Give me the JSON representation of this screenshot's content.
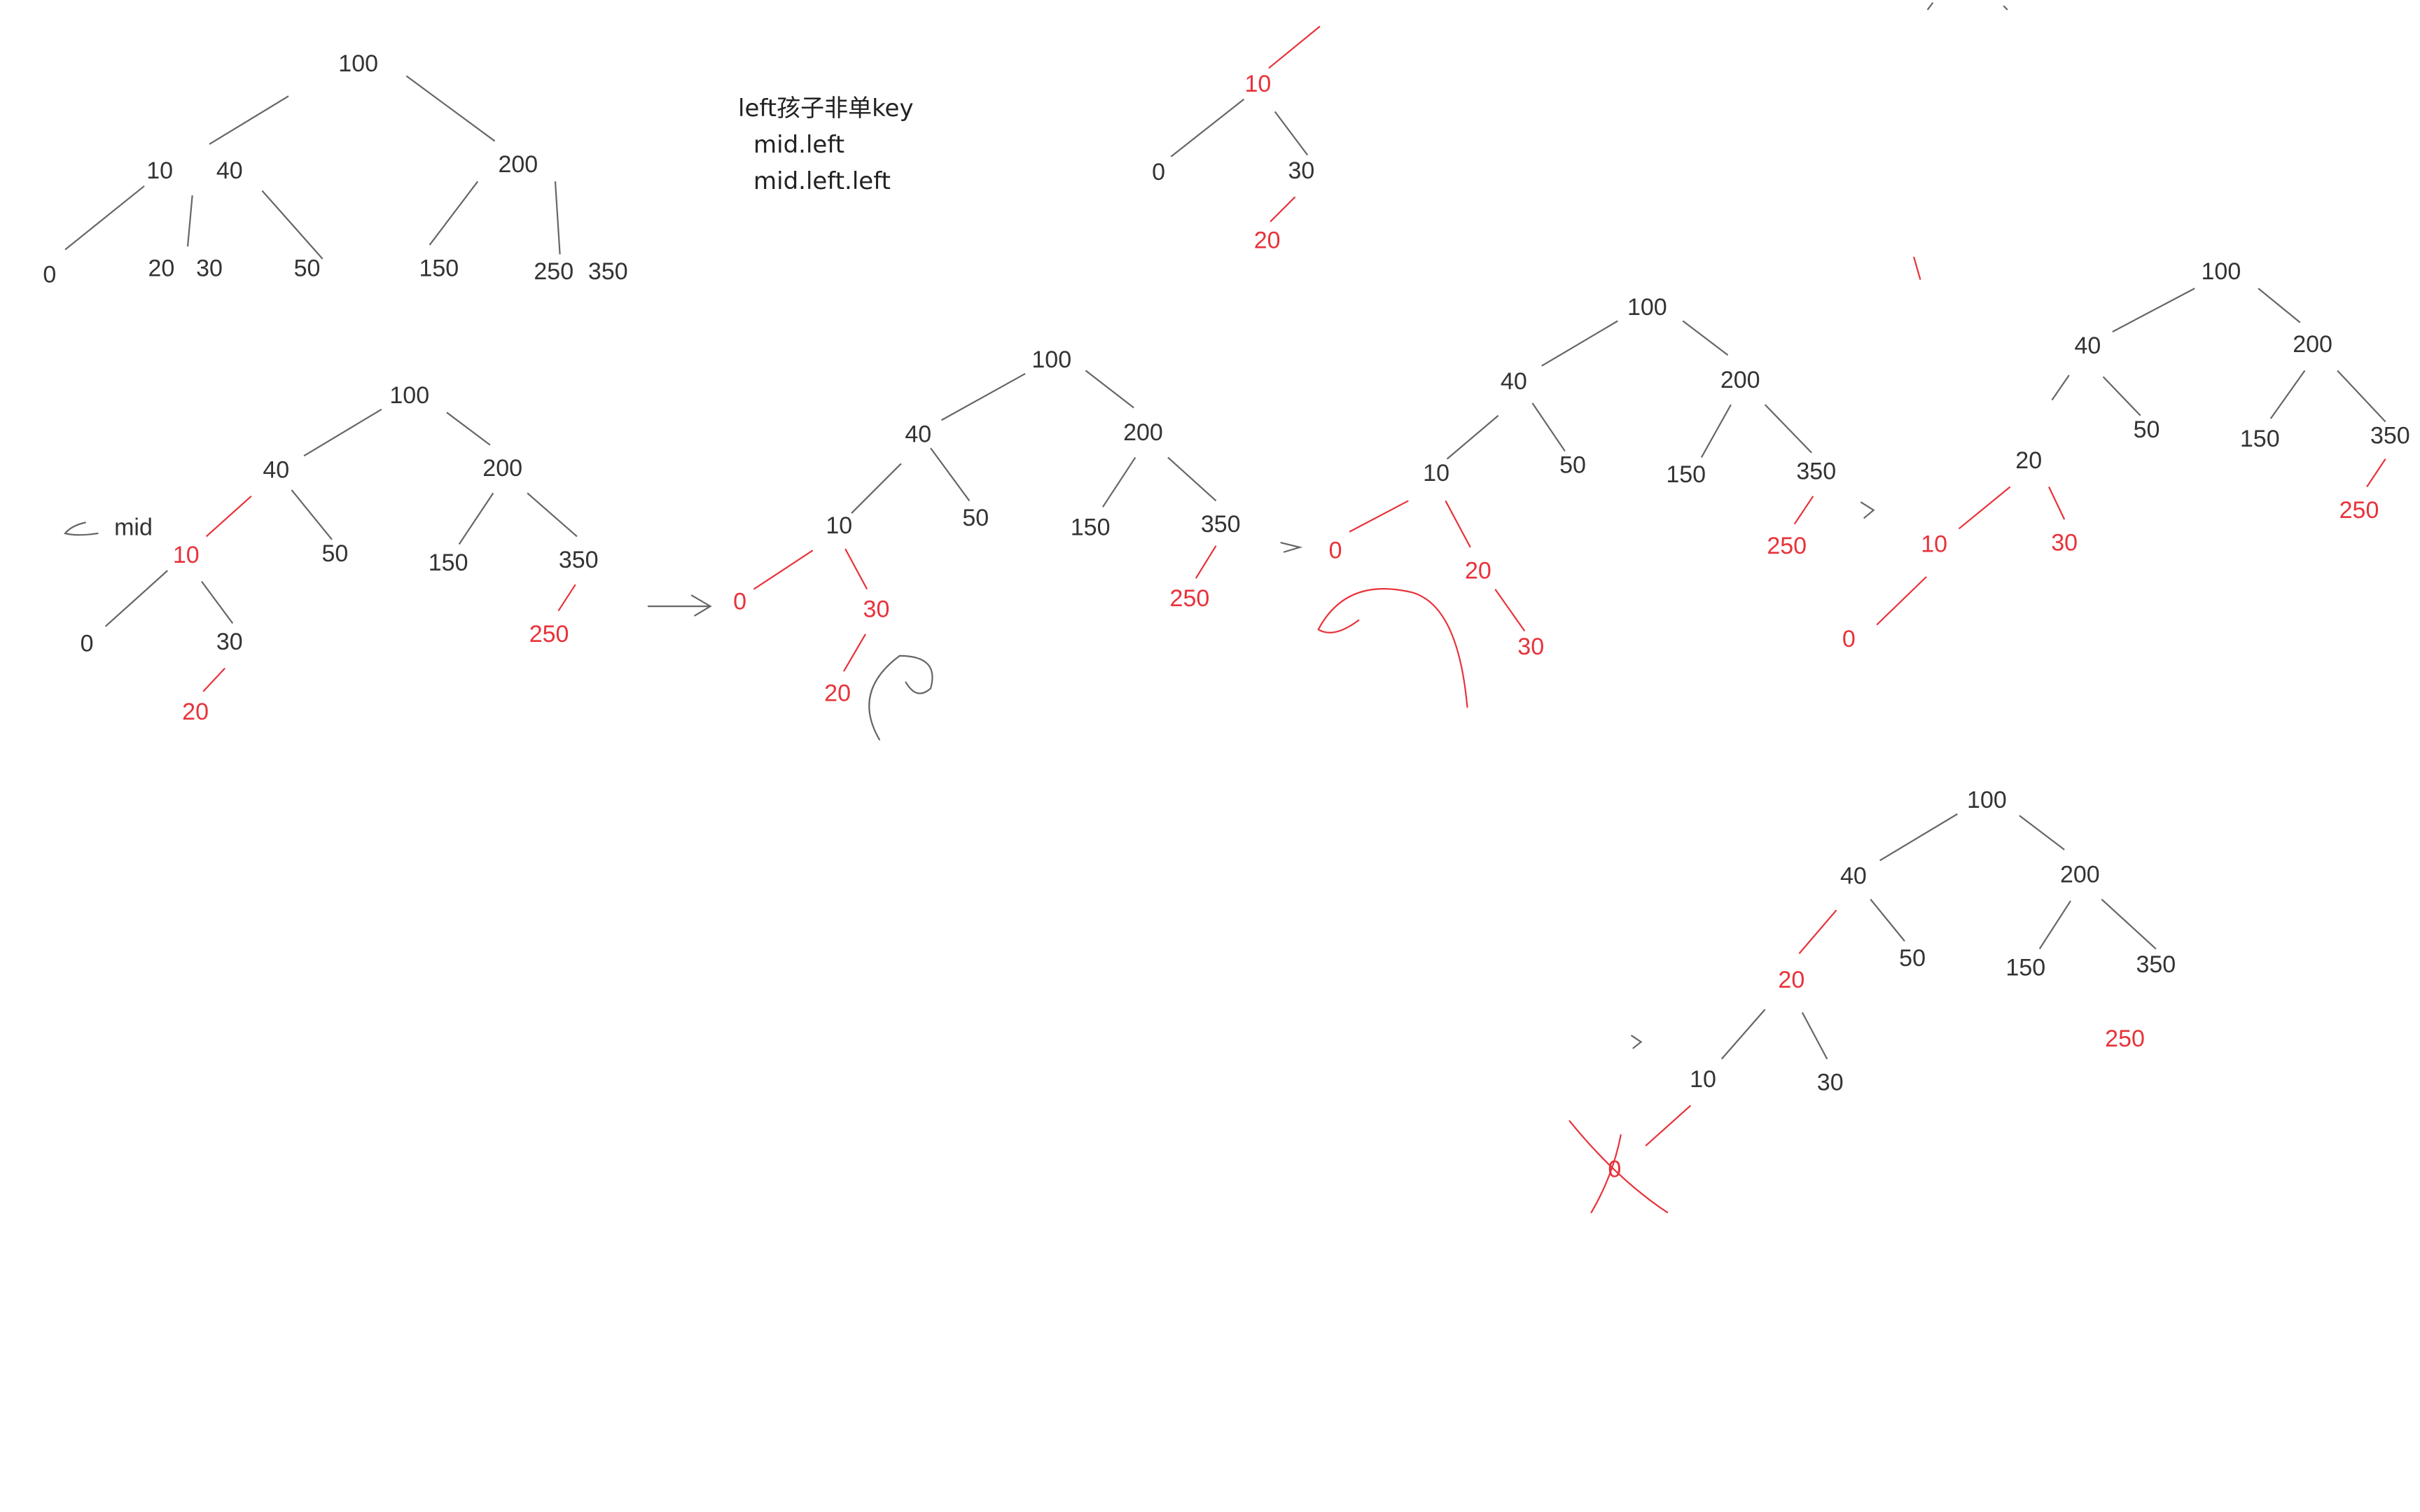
{
  "colors": {
    "black": "#333333",
    "red": "#e8323a",
    "line": "#666666",
    "line_red": "#e8323a"
  },
  "note": {
    "title": "left孩子非单key",
    "line1": "mid.left",
    "line2": "mid.left.left"
  },
  "side_label": "mid",
  "trees": [
    {
      "id": "tree-original",
      "nodes": [
        {
          "label": "100",
          "c": "black"
        },
        {
          "label": "10",
          "c": "black"
        },
        {
          "label": "40",
          "c": "black"
        },
        {
          "label": "200",
          "c": "black"
        },
        {
          "label": "0",
          "c": "black"
        },
        {
          "label": "20",
          "c": "black"
        },
        {
          "label": "30",
          "c": "black"
        },
        {
          "label": "50",
          "c": "black"
        },
        {
          "label": "150",
          "c": "black"
        },
        {
          "label": "250",
          "c": "black"
        },
        {
          "label": "350",
          "c": "black"
        }
      ]
    },
    {
      "id": "tree-subtree",
      "nodes": [
        {
          "label": "10",
          "c": "red"
        },
        {
          "label": "0",
          "c": "black"
        },
        {
          "label": "30",
          "c": "black"
        },
        {
          "label": "20",
          "c": "red"
        }
      ]
    },
    {
      "id": "tree-step1",
      "nodes": [
        {
          "label": "100",
          "c": "black"
        },
        {
          "label": "40",
          "c": "black"
        },
        {
          "label": "200",
          "c": "black"
        },
        {
          "label": "10",
          "c": "red"
        },
        {
          "label": "50",
          "c": "black"
        },
        {
          "label": "150",
          "c": "black"
        },
        {
          "label": "350",
          "c": "black"
        },
        {
          "label": "0",
          "c": "black"
        },
        {
          "label": "30",
          "c": "black"
        },
        {
          "label": "20",
          "c": "red"
        },
        {
          "label": "250",
          "c": "red"
        }
      ]
    },
    {
      "id": "tree-step2",
      "nodes": [
        {
          "label": "100",
          "c": "black"
        },
        {
          "label": "40",
          "c": "black"
        },
        {
          "label": "200",
          "c": "black"
        },
        {
          "label": "10",
          "c": "black"
        },
        {
          "label": "50",
          "c": "black"
        },
        {
          "label": "150",
          "c": "black"
        },
        {
          "label": "350",
          "c": "black"
        },
        {
          "label": "0",
          "c": "red"
        },
        {
          "label": "30",
          "c": "red"
        },
        {
          "label": "20",
          "c": "red"
        },
        {
          "label": "250",
          "c": "red"
        }
      ]
    },
    {
      "id": "tree-step3",
      "nodes": [
        {
          "label": "100",
          "c": "black"
        },
        {
          "label": "40",
          "c": "black"
        },
        {
          "label": "200",
          "c": "black"
        },
        {
          "label": "10",
          "c": "black"
        },
        {
          "label": "50",
          "c": "black"
        },
        {
          "label": "150",
          "c": "black"
        },
        {
          "label": "350",
          "c": "black"
        },
        {
          "label": "0",
          "c": "red"
        },
        {
          "label": "20",
          "c": "red"
        },
        {
          "label": "30",
          "c": "red"
        },
        {
          "label": "250",
          "c": "red"
        }
      ]
    },
    {
      "id": "tree-step4",
      "nodes": [
        {
          "label": "100",
          "c": "black"
        },
        {
          "label": "40",
          "c": "black"
        },
        {
          "label": "200",
          "c": "black"
        },
        {
          "label": "20",
          "c": "black"
        },
        {
          "label": "50",
          "c": "black"
        },
        {
          "label": "150",
          "c": "black"
        },
        {
          "label": "350",
          "c": "black"
        },
        {
          "label": "10",
          "c": "red"
        },
        {
          "label": "30",
          "c": "red"
        },
        {
          "label": "0",
          "c": "red"
        },
        {
          "label": "250",
          "c": "red"
        }
      ]
    },
    {
      "id": "tree-step5",
      "nodes": [
        {
          "label": "100",
          "c": "black"
        },
        {
          "label": "40",
          "c": "black"
        },
        {
          "label": "200",
          "c": "black"
        },
        {
          "label": "20",
          "c": "red"
        },
        {
          "label": "50",
          "c": "black"
        },
        {
          "label": "150",
          "c": "black"
        },
        {
          "label": "350",
          "c": "black"
        },
        {
          "label": "10",
          "c": "black"
        },
        {
          "label": "30",
          "c": "black"
        },
        {
          "label": "0",
          "c": "red"
        },
        {
          "label": "250",
          "c": "red"
        }
      ]
    }
  ]
}
